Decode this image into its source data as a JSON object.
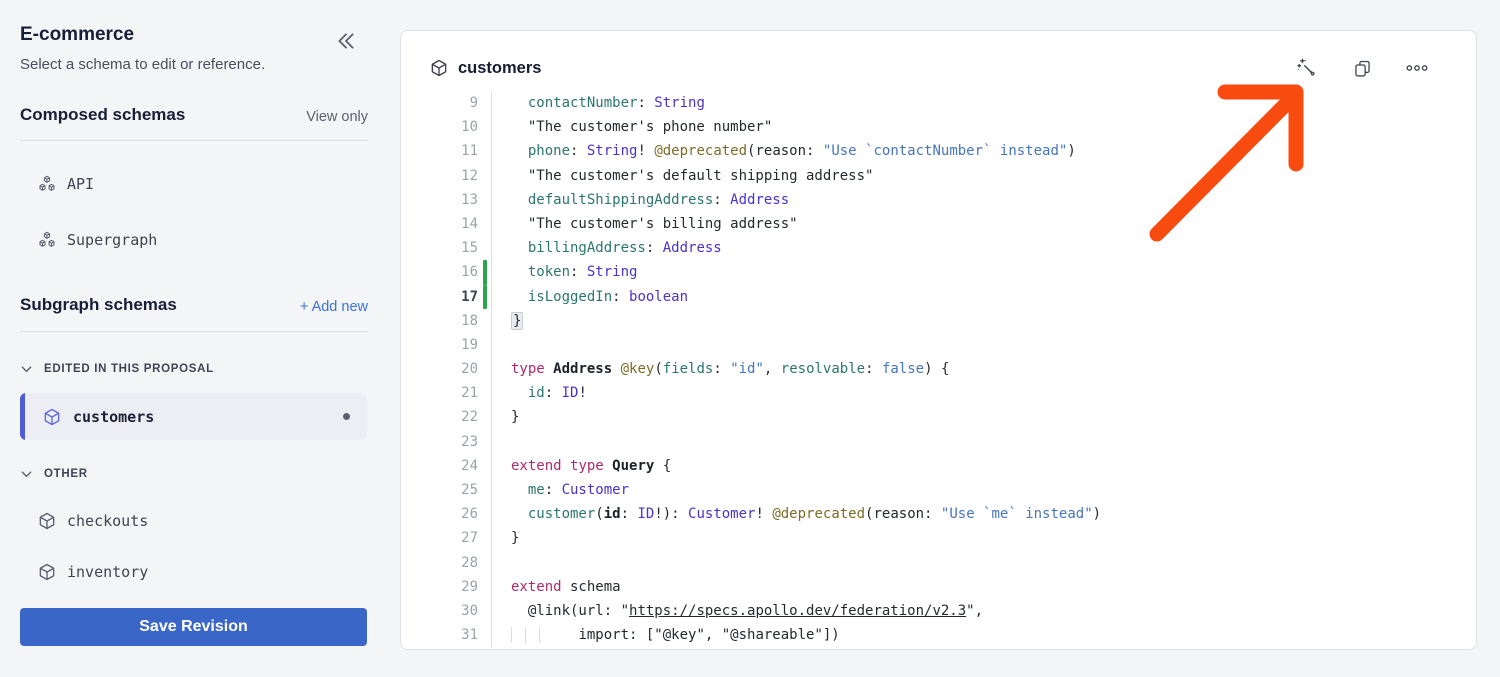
{
  "colors": {
    "accent_button_blue": "#3a66c8",
    "link_blue": "#3b70d8",
    "selected_indigo": "#4f5cd7",
    "annotation_arrow_orange": "#f84b10",
    "changed_line_green": "#2da44e",
    "token_field_teal": "#2b766f",
    "token_type_indigo": "#4b32c8",
    "token_keyword_magenta": "#ab2a6e",
    "token_directive_olive": "#7a6c26",
    "token_string_blue": "#4675bc"
  },
  "sidebar": {
    "title": "E-commerce",
    "subtitle": "Select a schema to edit or reference.",
    "composed": {
      "heading": "Composed schemas",
      "action": "View only",
      "items": [
        {
          "label": "API"
        },
        {
          "label": "Supergraph"
        }
      ]
    },
    "subgraph": {
      "heading": "Subgraph schemas",
      "action": "+ Add new"
    },
    "groups": [
      {
        "label": "EDITED IN THIS PROPOSAL",
        "items": [
          {
            "label": "customers",
            "selected": true,
            "dirty": true
          }
        ]
      },
      {
        "label": "OTHER",
        "items": [
          {
            "label": "checkouts"
          },
          {
            "label": "inventory"
          }
        ]
      }
    ],
    "save_button": "Save Revision"
  },
  "editor": {
    "title": "customers",
    "lines": [
      {
        "n": 9,
        "t": [
          [
            "p",
            "  "
          ],
          [
            "f",
            "contactNumber"
          ],
          [
            "p",
            ": "
          ],
          [
            "t",
            "String"
          ]
        ]
      },
      {
        "n": 10,
        "t": [
          [
            "p",
            "  \"The customer's phone number\""
          ]
        ]
      },
      {
        "n": 11,
        "t": [
          [
            "p",
            "  "
          ],
          [
            "f",
            "phone"
          ],
          [
            "p",
            ": "
          ],
          [
            "t",
            "String"
          ],
          [
            "p",
            "! "
          ],
          [
            "d",
            "@deprecated"
          ],
          [
            "p",
            "(reason: "
          ],
          [
            "s",
            "\"Use `contactNumber` instead\""
          ],
          [
            "p",
            ")"
          ]
        ]
      },
      {
        "n": 12,
        "t": [
          [
            "p",
            "  \"The customer's default shipping address\""
          ]
        ]
      },
      {
        "n": 13,
        "t": [
          [
            "p",
            "  "
          ],
          [
            "f",
            "defaultShippingAddress"
          ],
          [
            "p",
            ": "
          ],
          [
            "t",
            "Address"
          ]
        ]
      },
      {
        "n": 14,
        "t": [
          [
            "p",
            "  \"The customer's billing address\""
          ]
        ]
      },
      {
        "n": 15,
        "t": [
          [
            "p",
            "  "
          ],
          [
            "f",
            "billingAddress"
          ],
          [
            "p",
            ": "
          ],
          [
            "t",
            "Address"
          ]
        ]
      },
      {
        "n": 16,
        "c": true,
        "t": [
          [
            "p",
            "  "
          ],
          [
            "f",
            "token"
          ],
          [
            "p",
            ": "
          ],
          [
            "t",
            "String"
          ]
        ]
      },
      {
        "n": 17,
        "c": true,
        "a": true,
        "t": [
          [
            "p",
            "  "
          ],
          [
            "f",
            "isLoggedIn"
          ],
          [
            "p",
            ": "
          ],
          [
            "t",
            "boolean"
          ]
        ]
      },
      {
        "n": 18,
        "t": [
          [
            "br",
            "}"
          ]
        ]
      },
      {
        "n": 19,
        "t": []
      },
      {
        "n": 20,
        "t": [
          [
            "k",
            "type"
          ],
          [
            "p",
            " "
          ],
          [
            "b",
            "Address"
          ],
          [
            "p",
            " "
          ],
          [
            "d",
            "@key"
          ],
          [
            "p",
            "("
          ],
          [
            "f",
            "fields"
          ],
          [
            "p",
            ": "
          ],
          [
            "s",
            "\"id\""
          ],
          [
            "p",
            ", "
          ],
          [
            "f",
            "resolvable"
          ],
          [
            "p",
            ": "
          ],
          [
            "s",
            "false"
          ],
          [
            "p",
            ") {"
          ]
        ]
      },
      {
        "n": 21,
        "t": [
          [
            "p",
            "  "
          ],
          [
            "f",
            "id"
          ],
          [
            "p",
            ": "
          ],
          [
            "t",
            "ID"
          ],
          [
            "p",
            "!"
          ]
        ]
      },
      {
        "n": 22,
        "t": [
          [
            "p",
            "}"
          ]
        ]
      },
      {
        "n": 23,
        "t": []
      },
      {
        "n": 24,
        "t": [
          [
            "k",
            "extend"
          ],
          [
            "p",
            " "
          ],
          [
            "k",
            "type"
          ],
          [
            "p",
            " "
          ],
          [
            "b",
            "Query"
          ],
          [
            "p",
            " {"
          ]
        ]
      },
      {
        "n": 25,
        "t": [
          [
            "p",
            "  "
          ],
          [
            "f",
            "me"
          ],
          [
            "p",
            ": "
          ],
          [
            "t",
            "Customer"
          ]
        ]
      },
      {
        "n": 26,
        "t": [
          [
            "p",
            "  "
          ],
          [
            "f",
            "customer"
          ],
          [
            "p",
            "("
          ],
          [
            "b",
            "id"
          ],
          [
            "p",
            ": "
          ],
          [
            "t",
            "ID"
          ],
          [
            "p",
            "!): "
          ],
          [
            "t",
            "Customer"
          ],
          [
            "p",
            "! "
          ],
          [
            "d",
            "@deprecated"
          ],
          [
            "p",
            "(reason: "
          ],
          [
            "s",
            "\"Use `me` instead\""
          ],
          [
            "p",
            ")"
          ]
        ]
      },
      {
        "n": 27,
        "t": [
          [
            "p",
            "}"
          ]
        ]
      },
      {
        "n": 28,
        "t": []
      },
      {
        "n": 29,
        "t": [
          [
            "k",
            "extend"
          ],
          [
            "p",
            " schema"
          ]
        ]
      },
      {
        "n": 30,
        "t": [
          [
            "p",
            "  @link(url: \""
          ],
          [
            "u",
            "https://specs.apollo.dev/federation/v2.3"
          ],
          [
            "p",
            "\","
          ]
        ]
      },
      {
        "n": 31,
        "t": [
          [
            "g",
            "        "
          ],
          [
            "p",
            "import: [\"@key\", \"@shareable\"])"
          ]
        ]
      }
    ]
  }
}
